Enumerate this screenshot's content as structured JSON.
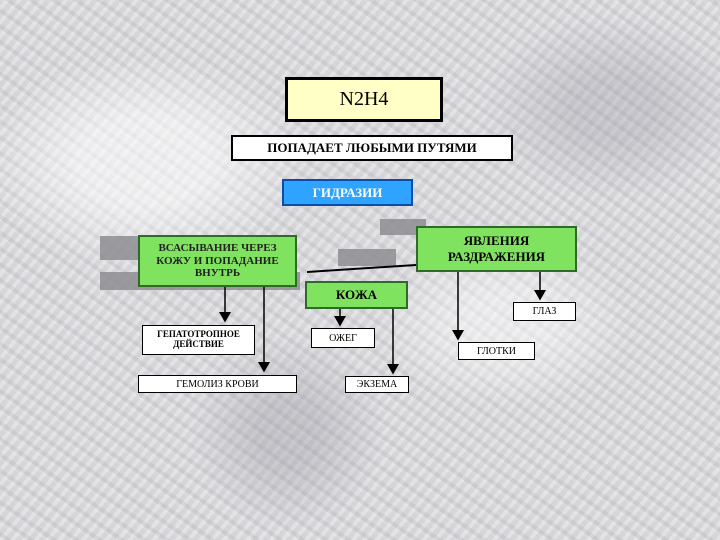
{
  "diagram": {
    "title": "N2H4",
    "routes": "ПОПАДАЕТ ЛЮБЫМИ ПУТЯМИ",
    "hydrazines": "ГИДРАЗИИ",
    "absorption": "ВСАСЫВАНИЕ ЧЕРЕЗ КОЖУ И ПОПАДАНИЕ ВНУТРЬ",
    "irritation": "ЯВЛЕНИЯ РАЗДРАЖЕНИЯ",
    "skin": "КОЖА",
    "hepatotropic": "ГЕПАТОТРОПНОЕ ДЕЙСТВИЕ",
    "hemolysis": "ГЕМОЛИЗ КРОВИ",
    "burn": "ОЖЕГ",
    "eczema": "ЭКЗЕМА",
    "eye": "ГЛАЗ",
    "throat": "ГЛОТКИ"
  }
}
